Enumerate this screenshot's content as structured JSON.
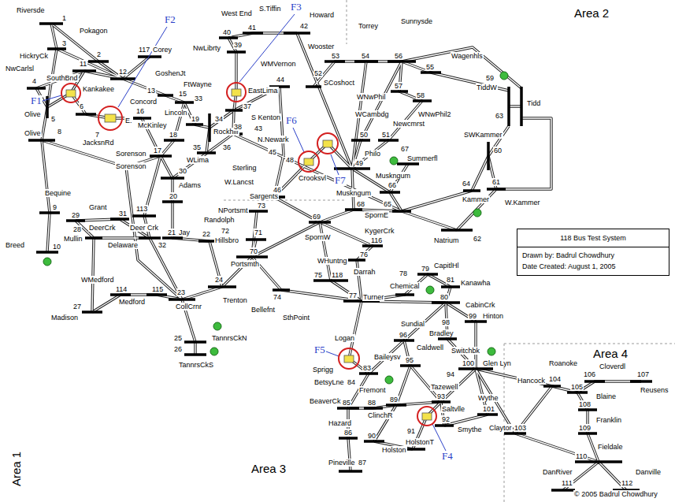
{
  "diagram": {
    "nodes": [
      {
        "text": [
          "118 Bus Test System",
          "Drawn by: Badrul Chowdhury",
          "Date Created: August 1, 2005"
        ]
      }
    ],
    "labels": [
      "Area 2",
      "Area 4",
      "Area 3",
      "Area 1",
      "© 2005 Badrul Chowdhury",
      "F1",
      "F2",
      "F3",
      "F6",
      "F7",
      "F5",
      "F4",
      "Riversde",
      "1",
      "Pokagon",
      "2",
      "117",
      "Corey",
      "3",
      "HickryCk",
      "NwCarlsl",
      "11",
      "4",
      "SouthBnd",
      "12",
      "GoshenJt",
      "13",
      "Concord",
      "5",
      "Olive",
      "Kankakee",
      "6",
      "E.",
      "16",
      "McKinley",
      "7",
      "JacksnRd",
      "Olive",
      "8",
      "FtWayne",
      "15",
      "33",
      "Lincoln",
      "19",
      "18",
      "17",
      "Sorenson",
      "Sorenson",
      "30",
      "34",
      "Rockhill",
      "35",
      "36",
      "WLima",
      "Sterling",
      "Adams",
      "20",
      "Bequine",
      "9",
      "Grant",
      "29",
      "31",
      "DeerCrk",
      "113",
      "Deer Crk",
      "32",
      "Mullin",
      "28",
      "Delaware",
      "Breed",
      "10",
      "21",
      "Jay",
      "Randolph",
      "22",
      "WMedford",
      "114",
      "115",
      "Medford",
      "27",
      "Madison",
      "23",
      "CollCrnr",
      "24",
      "Trenton",
      "25",
      "TannrsCkN",
      "26",
      "TannrsCkS",
      "West End",
      "S.Tiffin",
      "Howard",
      "40",
      "41",
      "42",
      "NwLibrty",
      "39",
      "EastLima",
      "37",
      "38",
      "WMVernon",
      "44",
      "S Kenton",
      "43",
      "N.Newark",
      "45",
      "48",
      "Crooksvl",
      "W.Lancst",
      "46",
      "Philo",
      "49",
      "Muskngum",
      "66",
      "Summerfl",
      "67",
      "Muskngum",
      "68",
      "65",
      "SpornE",
      "69",
      "SpornW",
      "KygerCrk",
      "116",
      "76",
      "WHuntng",
      "75",
      "118",
      "Darrah",
      "77",
      "Turner",
      "78",
      "Chemical",
      "79",
      "CapitlHl",
      "81",
      "Kanawha",
      "80",
      "CabinCrk",
      "Torrey",
      "Sunnysde",
      "Wooster",
      "53",
      "54",
      "56",
      "55",
      "Wagenhls",
      "52",
      "SCoshoct",
      "WNwPhil",
      "57",
      "58",
      "WNwPhil2",
      "WCambdg",
      "Newcmrst",
      "51",
      "50",
      "TiddW",
      "59",
      "Tidd",
      "63",
      "SWKammer",
      "60",
      "64",
      "61",
      "Kammer",
      "W.Kammer",
      "Natrium",
      "62",
      "Sargents",
      "73",
      "NPortsmt",
      "72",
      "71",
      "Hillsbro",
      "70",
      "Portsmth",
      "74",
      "Bellefnt",
      "SthPoint",
      "Logan",
      "Sundial",
      "96",
      "Bradley",
      "98",
      "99",
      "Hinton",
      "Caldwell",
      "Switchbk",
      "95",
      "Baileysv",
      "100",
      "94",
      "Glen Lyn",
      "Sprigg",
      "83",
      "84",
      "BetsyLne",
      "Fremont",
      "Tazewell",
      "93",
      "Saltvlle",
      "Wythe",
      "101",
      "Smythe",
      "BeaverCk",
      "85",
      "88",
      "89",
      "ClinchR",
      "92",
      "Hazard",
      "86",
      "90",
      "91",
      "HolstonT",
      "Holston",
      "Pineville",
      "87",
      "Claytor",
      "103",
      "Cloverdl",
      "106",
      "107",
      "Reusens",
      "Roanoke",
      "Hancock",
      "104",
      "105",
      "Blaine",
      "108",
      "Franklin",
      "109",
      "Fieldale",
      "110",
      "DanRiver",
      "111",
      "Danville",
      "112"
    ]
  }
}
